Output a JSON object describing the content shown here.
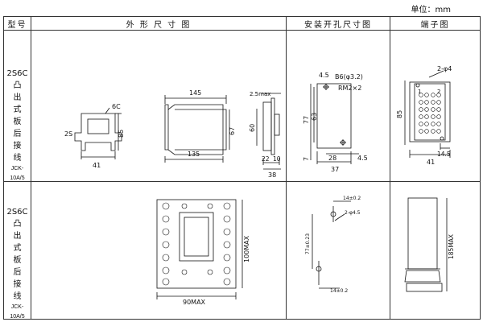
{
  "unit_label": "单位：mm",
  "headers": {
    "model": "型号",
    "outline": "外 形 尺 寸 图",
    "mounting": "安装开孔尺寸图",
    "terminal": "端子图"
  },
  "row1": {
    "model_chars": [
      "2S6C",
      "凸",
      "出",
      "式",
      "板",
      "后",
      "接",
      "线"
    ],
    "model_code": "JCK-10A/5",
    "outline": {
      "lbl_6c": "6C",
      "lbl_2s": "2S",
      "dim_85": "85",
      "dim_41": "41",
      "dim_145": "145",
      "dim_67": "67",
      "dim_135": "135",
      "dim_25max": "2.5max",
      "dim_60": "60",
      "dim_22": "22",
      "dim_10": "10",
      "dim_38": "38"
    },
    "mounting": {
      "dim_45a": "4.5",
      "lbl_b6": "B6(φ3.2)",
      "lbl_rm": "RM2×2",
      "dim_77": "77",
      "dim_63": "63",
      "dim_7": "7",
      "dim_28": "28",
      "dim_45b": "4.5",
      "dim_37": "37"
    },
    "terminal": {
      "lbl_holes": "2-φ4",
      "num_1": "1",
      "num_2": "2",
      "dim_85": "85",
      "dim_145": "14.5",
      "dim_41": "41"
    }
  },
  "row2": {
    "model_chars": [
      "2S6C",
      "凸",
      "出",
      "式",
      "板",
      "后",
      "接",
      "线"
    ],
    "model_code": "JCK-10A/5",
    "outline": {
      "dim_100max": "100MAX",
      "dim_90max": "90MAX"
    },
    "mounting": {
      "dim_14a": "14±0.2",
      "lbl_holes": "2-φ4.5",
      "dim_77": "77±0.23",
      "dim_14b": "14±0.2"
    },
    "terminal": {
      "dim_185max": "185MAX"
    }
  }
}
